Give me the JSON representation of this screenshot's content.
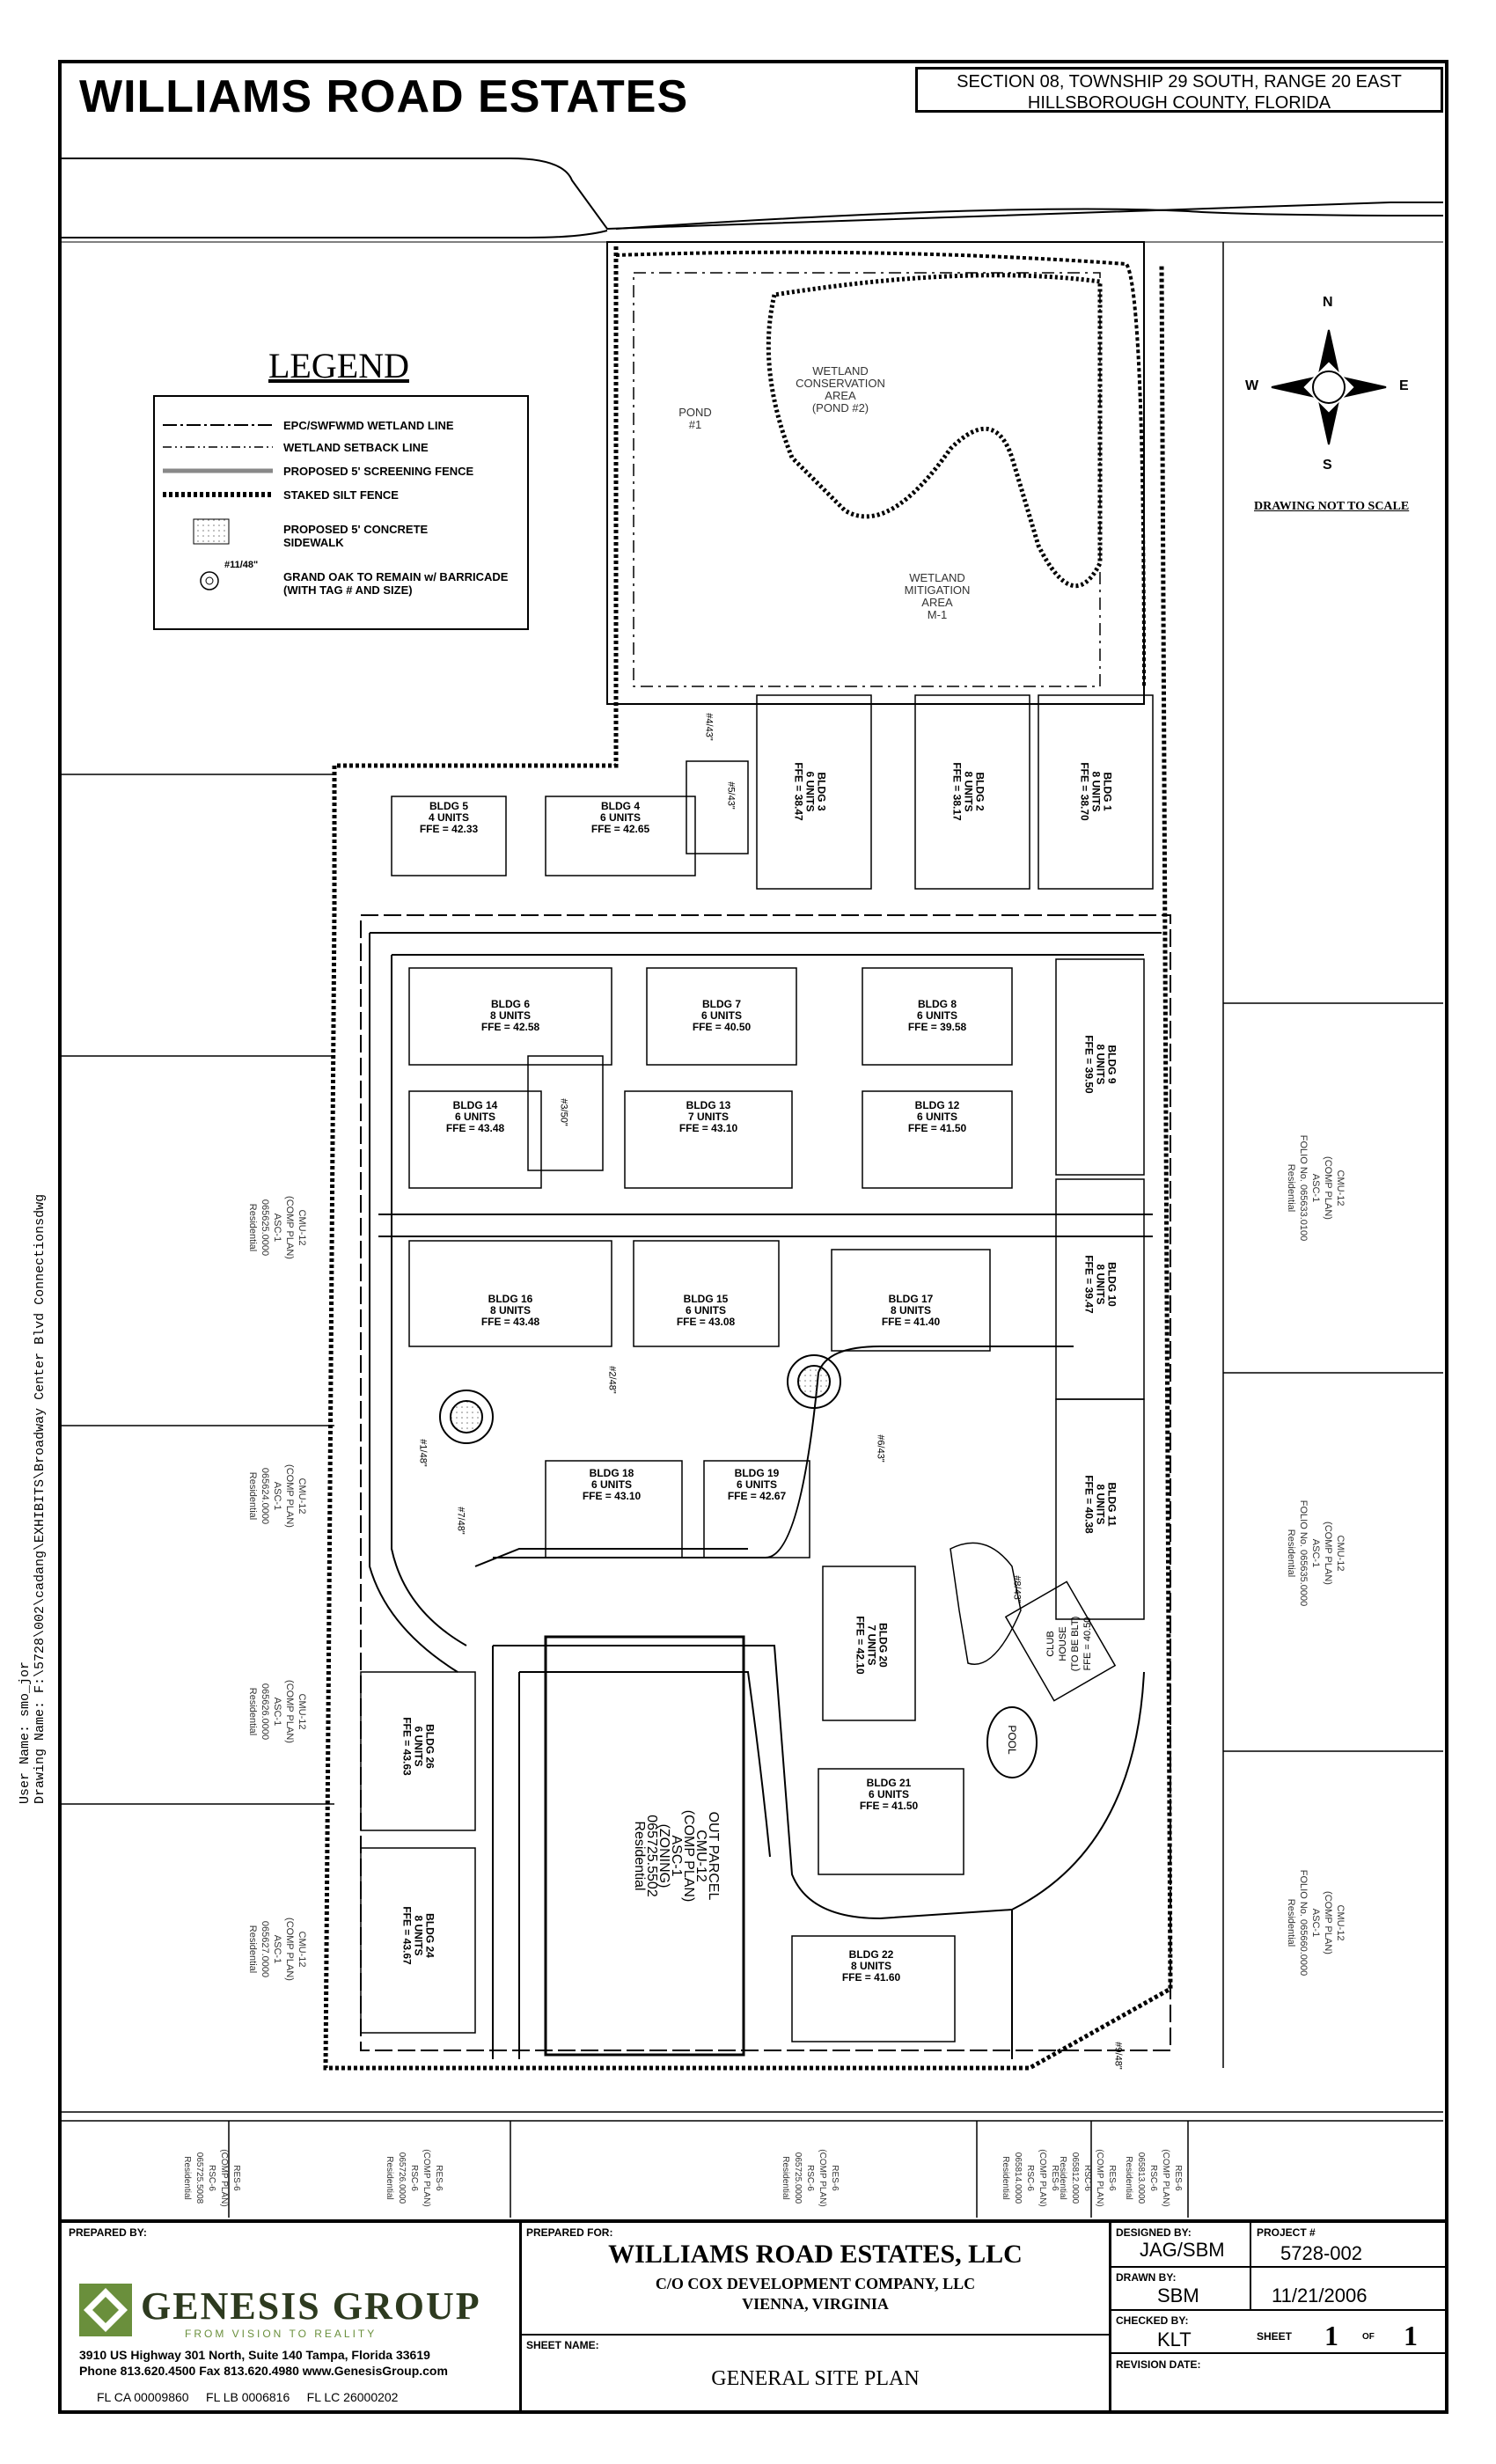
{
  "header": {
    "title": "WILLIAMS ROAD ESTATES",
    "location_line1": "SECTION 08, TOWNSHIP 29 SOUTH, RANGE 20 EAST",
    "location_line2": "HILLSBOROUGH COUNTY, FLORIDA"
  },
  "legend": {
    "title": "LEGEND",
    "items": [
      "EPC/SWFWMD WETLAND LINE",
      "WETLAND SETBACK LINE",
      "PROPOSED 5' SCREENING FENCE",
      "STAKED SILT FENCE",
      "PROPOSED 5' CONCRETE",
      "SIDEWALK",
      "GRAND OAK TO REMAIN w/ BARRICADE",
      "(WITH TAG # AND SIZE)"
    ],
    "oak_tag": "#11/48\""
  },
  "north_arrow": {
    "n": "N",
    "s": "S",
    "e": "E",
    "w": "W",
    "note": "DRAWING NOT TO SCALE"
  },
  "areas": {
    "pond1": [
      "POND",
      "#1"
    ],
    "wetland_conservation": [
      "WETLAND",
      "CONSERVATION",
      "AREA",
      "(POND #2)"
    ],
    "wetland_mitigation": [
      "WETLAND",
      "MITIGATION",
      "AREA",
      "M-1"
    ],
    "out_parcel": [
      "OUT PARCEL",
      "CMU-12",
      "(COMP PLAN)",
      "ASC-1",
      "(ZONING)",
      "065725.5502",
      "Residential"
    ],
    "pool": "POOL",
    "club_house": [
      "CLUB",
      "HOUSE",
      "(TO BE BLT)",
      "FFE = 40.50"
    ]
  },
  "buildings": [
    {
      "id": "BLDG 5",
      "units": "4 UNITS",
      "ffe": "FFE = 42.33"
    },
    {
      "id": "BLDG 4",
      "units": "6 UNITS",
      "ffe": "FFE = 42.65"
    },
    {
      "id": "BLDG 3",
      "units": "6 UNITS",
      "ffe": "FFE = 38.47"
    },
    {
      "id": "BLDG 2",
      "units": "8 UNITS",
      "ffe": "FFE = 38.17"
    },
    {
      "id": "BLDG 1",
      "units": "8 UNITS",
      "ffe": "FFE = 38.70"
    },
    {
      "id": "BLDG 6",
      "units": "8 UNITS",
      "ffe": "FFE = 42.58"
    },
    {
      "id": "BLDG 7",
      "units": "6 UNITS",
      "ffe": "FFE = 40.50"
    },
    {
      "id": "BLDG 8",
      "units": "6 UNITS",
      "ffe": "FFE = 39.58"
    },
    {
      "id": "BLDG 9",
      "units": "8 UNITS",
      "ffe": "FFE = 39.50"
    },
    {
      "id": "BLDG 14",
      "units": "6 UNITS",
      "ffe": "FFE = 43.48"
    },
    {
      "id": "BLDG 13",
      "units": "7 UNITS",
      "ffe": "FFE = 43.10"
    },
    {
      "id": "BLDG 12",
      "units": "6 UNITS",
      "ffe": "FFE = 41.50"
    },
    {
      "id": "BLDG 10",
      "units": "8 UNITS",
      "ffe": "FFE = 39.47"
    },
    {
      "id": "BLDG 16",
      "units": "8 UNITS",
      "ffe": "FFE = 43.48"
    },
    {
      "id": "BLDG 15",
      "units": "6 UNITS",
      "ffe": "FFE = 43.08"
    },
    {
      "id": "BLDG 17",
      "units": "8 UNITS",
      "ffe": "FFE = 41.40"
    },
    {
      "id": "BLDG 11",
      "units": "8 UNITS",
      "ffe": "FFE = 40.38"
    },
    {
      "id": "BLDG 18",
      "units": "6 UNITS",
      "ffe": "FFE = 43.10"
    },
    {
      "id": "BLDG 19",
      "units": "6 UNITS",
      "ffe": "FFE = 42.67"
    },
    {
      "id": "BLDG 20",
      "units": "7 UNITS",
      "ffe": "FFE = 42.10"
    },
    {
      "id": "BLDG 26",
      "units": "6 UNITS",
      "ffe": "FFE = 43.63"
    },
    {
      "id": "BLDG 24",
      "units": "8 UNITS",
      "ffe": "FFE = 43.67"
    },
    {
      "id": "BLDG 21",
      "units": "6 UNITS",
      "ffe": "FFE = 41.50"
    },
    {
      "id": "BLDG 22",
      "units": "8 UNITS",
      "ffe": "FFE = 41.60"
    }
  ],
  "oak_tags": [
    "#5/43\"",
    "#4/43\"",
    "#3/50\"",
    "#2/48\"",
    "#1/48\"",
    "#6/43\"",
    "#7/48\"",
    "#8/43\"",
    "#9/48\""
  ],
  "adjacent_parcels": {
    "west": [
      [
        "CMU-12",
        "(COMP PLAN)",
        "ASC-1",
        "065625.0000",
        "Residential"
      ],
      [
        "CMU-12",
        "(COMP PLAN)",
        "ASC-1",
        "065624.0000",
        "Residential"
      ],
      [
        "CMU-12",
        "(COMP PLAN)",
        "ASC-1",
        "065626.0000",
        "Residential"
      ],
      [
        "CMU-12",
        "(COMP PLAN)",
        "ASC-1",
        "065627.0000",
        "Residential"
      ]
    ],
    "east": [
      [
        "CMU-12",
        "(COMP PLAN)",
        "ASC-1",
        "FOLIO No. 065633.0100",
        "Residential"
      ],
      [
        "CMU-12",
        "(COMP PLAN)",
        "ASC-1",
        "FOLIO No. 065635.0000",
        "Residential"
      ],
      [
        "CMU-12",
        "(COMP PLAN)",
        "ASC-1",
        "FOLIO No. 065660.0000",
        "Residential"
      ]
    ],
    "south": [
      [
        "RES-6",
        "(COMP PLAN)",
        "RSC-6",
        "065725.5008",
        "Residential"
      ],
      [
        "RES-6",
        "(COMP PLAN)",
        "RSC-6",
        "065726.0000",
        "Residential"
      ],
      [
        "RES-6",
        "(COMP PLAN)",
        "RSC-6",
        "065725.0000",
        "Residential"
      ],
      [
        "RES-6",
        "(COMP PLAN)",
        "RSC-6",
        "065814.0000",
        "Residential"
      ],
      [
        "RES-6",
        "(COMP PLAN)",
        "RSC-6",
        "065812.0000",
        "Residential"
      ],
      [
        "RES-6",
        "(COMP PLAN)",
        "RSC-6",
        "065813.0000",
        "Residential"
      ]
    ]
  },
  "titleblock": {
    "prepared_by_label": "PREPARED BY:",
    "company_name": "GENESIS GROUP",
    "company_tagline": "FROM VISION TO REALITY",
    "company_address": "3910 US Highway 301 North, Suite 140 Tampa, Florida 33619",
    "company_contact": "Phone 813.620.4500 Fax 813.620.4980 www.GenesisGroup.com",
    "licenses": "FL CA 00009860     FL LB 0006816     FL LC 26000202",
    "prepared_for_label": "PREPARED FOR:",
    "client_name": "WILLIAMS ROAD ESTATES, LLC",
    "client_co": "C/O COX DEVELOPMENT COMPANY, LLC",
    "client_city": "VIENNA, VIRGINIA",
    "sheet_name_label": "SHEET NAME:",
    "sheet_name": "GENERAL SITE PLAN",
    "designed_by_label": "DESIGNED BY:",
    "designed_by": "JAG/SBM",
    "project_label": "PROJECT #",
    "project_no": "5728-002",
    "drawn_by_label": "DRAWN BY:",
    "drawn_by": "SBM",
    "date": "11/21/2006",
    "checked_by_label": "CHECKED BY:",
    "checked_by": "KLT",
    "sheet_label": "SHEET",
    "sheet_no": "1",
    "of_label": "OF",
    "sheet_total": "1",
    "revision_label": "REVISION DATE:"
  },
  "driver_note": {
    "line1": "User Name: smo_jor",
    "line2": "Drawing Name: F:\\5728\\002\\cadang\\EXHIBITS\\Broadway Center Blvd Connectionsdwg"
  }
}
